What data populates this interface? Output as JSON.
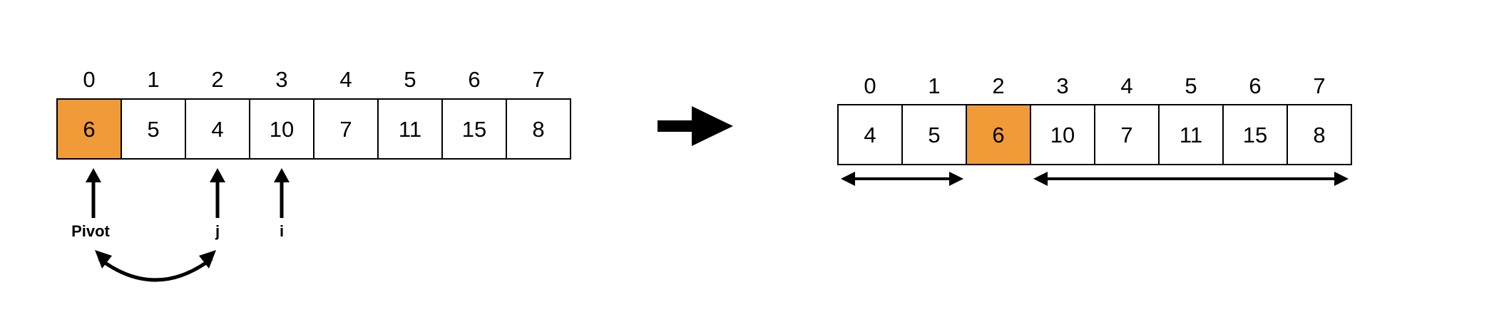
{
  "colors": {
    "pivot_fill": "#F19A38",
    "cell_fill": "#FFFFFF",
    "stroke": "#000000"
  },
  "before": {
    "indices": [
      "0",
      "1",
      "2",
      "3",
      "4",
      "5",
      "6",
      "7"
    ],
    "values": [
      "6",
      "5",
      "4",
      "10",
      "7",
      "11",
      "15",
      "8"
    ],
    "highlight_index": 0,
    "pointers": [
      {
        "label": "Pivot",
        "index": 0
      },
      {
        "label": "j",
        "index": 2
      },
      {
        "label": "i",
        "index": 3
      }
    ],
    "swap": {
      "from": 0,
      "to": 2
    }
  },
  "transition_icon": "right-arrow-icon",
  "after": {
    "indices": [
      "0",
      "1",
      "2",
      "3",
      "4",
      "5",
      "6",
      "7"
    ],
    "values": [
      "4",
      "5",
      "6",
      "10",
      "7",
      "11",
      "15",
      "8"
    ],
    "highlight_index": 2,
    "ranges": [
      {
        "start": 0,
        "end": 1
      },
      {
        "start": 3,
        "end": 7
      }
    ]
  }
}
